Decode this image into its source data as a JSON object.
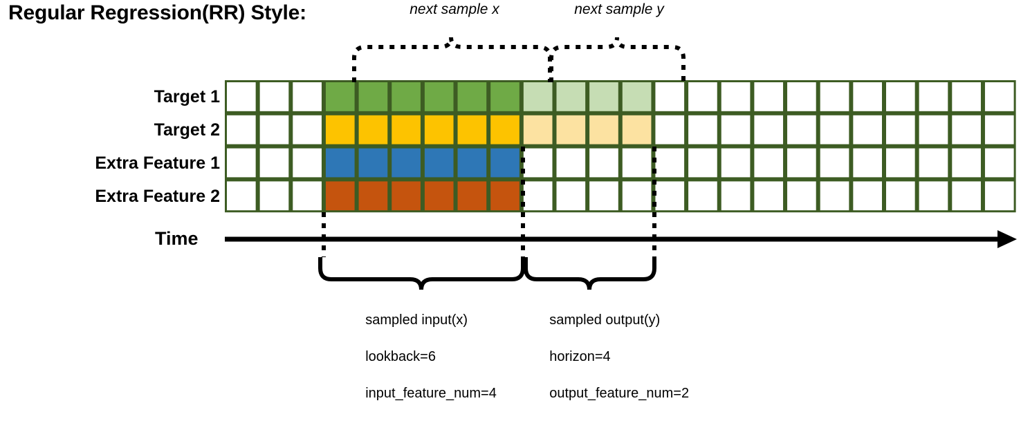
{
  "title": "Regular Regression(RR) Style:",
  "time_axis": {
    "label": "Time"
  },
  "row_labels": [
    "Target 1",
    "Target 2",
    "Extra Feature 1",
    "Extra Feature 2"
  ],
  "top_braces": [
    {
      "label": "next sample x"
    },
    {
      "label": "next sample y"
    }
  ],
  "bottom_captions": [
    {
      "line1": "sampled input(x)",
      "line2": "lookback=6",
      "line3": "input_feature_num=4"
    },
    {
      "line1": "sampled output(y)",
      "line2": "horizon=4",
      "line3": "output_feature_num=2"
    }
  ],
  "grid": {
    "columns": 24,
    "rows": 4,
    "leading_blank_columns": 3,
    "input_columns": 6,
    "output_columns": 4,
    "trailing_blank_columns": 11,
    "cells": [
      [
        "blank",
        "blank",
        "blank",
        "green",
        "green",
        "green",
        "green",
        "green",
        "green",
        "green-light",
        "green-light",
        "green-light",
        "green-light",
        "blank",
        "blank",
        "blank",
        "blank",
        "blank",
        "blank",
        "blank",
        "blank",
        "blank",
        "blank",
        "blank"
      ],
      [
        "blank",
        "blank",
        "blank",
        "yellow",
        "yellow",
        "yellow",
        "yellow",
        "yellow",
        "yellow",
        "yellow-light",
        "yellow-light",
        "yellow-light",
        "yellow-light",
        "blank",
        "blank",
        "blank",
        "blank",
        "blank",
        "blank",
        "blank",
        "blank",
        "blank",
        "blank",
        "blank"
      ],
      [
        "blank",
        "blank",
        "blank",
        "blue",
        "blue",
        "blue",
        "blue",
        "blue",
        "blue",
        "blank",
        "blank",
        "blank",
        "blank",
        "blank",
        "blank",
        "blank",
        "blank",
        "blank",
        "blank",
        "blank",
        "blank",
        "blank",
        "blank",
        "blank"
      ],
      [
        "blank",
        "blank",
        "blank",
        "orange",
        "orange",
        "orange",
        "orange",
        "orange",
        "orange",
        "blank",
        "blank",
        "blank",
        "blank",
        "blank",
        "blank",
        "blank",
        "blank",
        "blank",
        "blank",
        "blank",
        "blank",
        "blank",
        "blank",
        "blank"
      ]
    ]
  },
  "colors": {
    "grid_line": "#3d5c23",
    "blank": "#ffffff",
    "green": "#6faa46",
    "green-light": "#c6ddb4",
    "yellow": "#fdc300",
    "yellow-light": "#fce2a1",
    "blue": "#2e77b6",
    "orange": "#c5540e",
    "ink": "#000000"
  }
}
